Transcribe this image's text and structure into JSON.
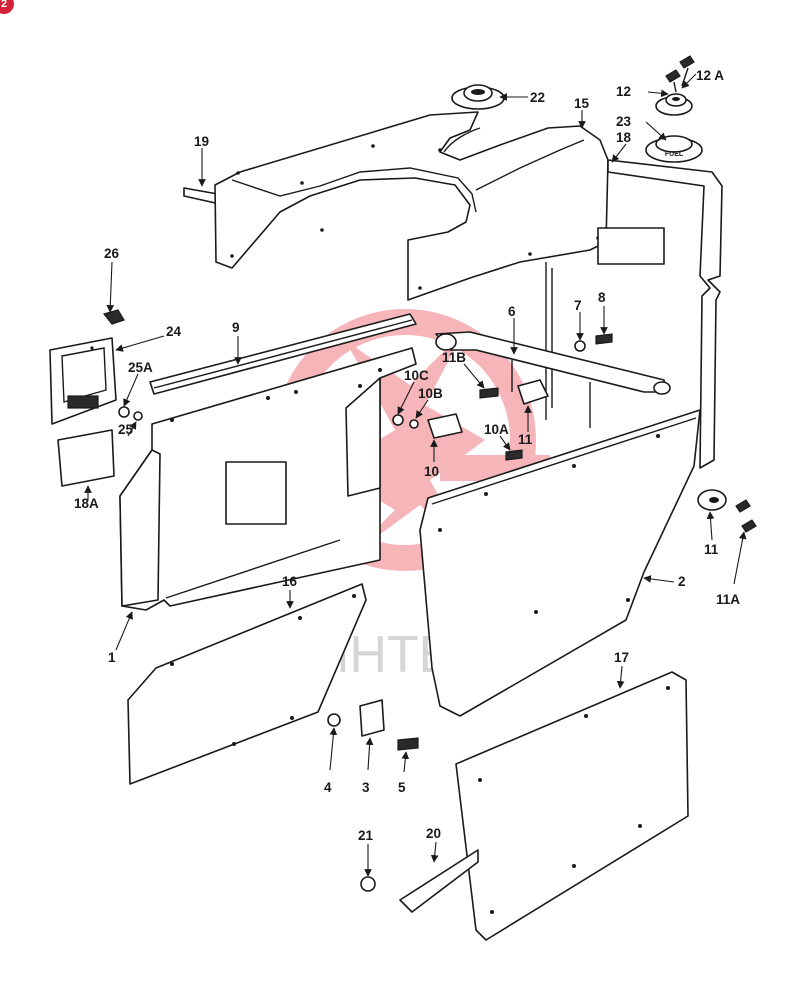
{
  "corner_badge": "2",
  "watermark": {
    "text": "ИНТЕХ",
    "color": "#e8333f"
  },
  "labels": {
    "p1": "1",
    "p2": "2",
    "p3": "3",
    "p4": "4",
    "p5": "5",
    "p6": "6",
    "p7": "7",
    "p8": "8",
    "p9": "9",
    "p10": "10",
    "p10A": "10A",
    "p10B": "10B",
    "p10C": "10C",
    "p11_lock": "11",
    "p11_latch": "11",
    "p11B": "11B",
    "p11A": "11A",
    "p12": "12",
    "p12A": "12 A",
    "p15": "15",
    "p16": "16",
    "p17": "17",
    "p18": "18",
    "p18A": "18A",
    "p19": "19",
    "p20": "20",
    "p21": "21",
    "p22": "22",
    "p23": "23",
    "p24": "24",
    "p25": "25",
    "p25A": "25A",
    "p26": "26"
  },
  "fuel_cap_text": "FUEL"
}
